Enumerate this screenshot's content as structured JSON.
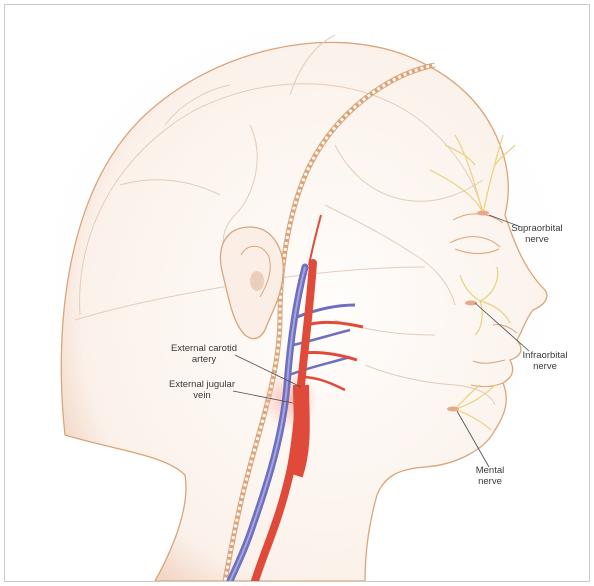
{
  "labels": {
    "supraorbital": {
      "line1": "Supraorbital",
      "line2": "nerve"
    },
    "infraorbital": {
      "line1": "Infraorbital",
      "line2": "nerve"
    },
    "mental": {
      "line1": "Mental",
      "line2": "nerve"
    },
    "external_carotid": {
      "line1": "External carotid",
      "line2": "artery"
    },
    "external_jugular": {
      "line1": "External jugular",
      "line2": "vein"
    }
  },
  "colors": {
    "outline": "#d9a57a",
    "skull": "#e2cdbb",
    "nerve": "#e8d27a",
    "artery": "#e04a3a",
    "vein": "#6f6fc0",
    "glow": "#f6d3c4"
  }
}
